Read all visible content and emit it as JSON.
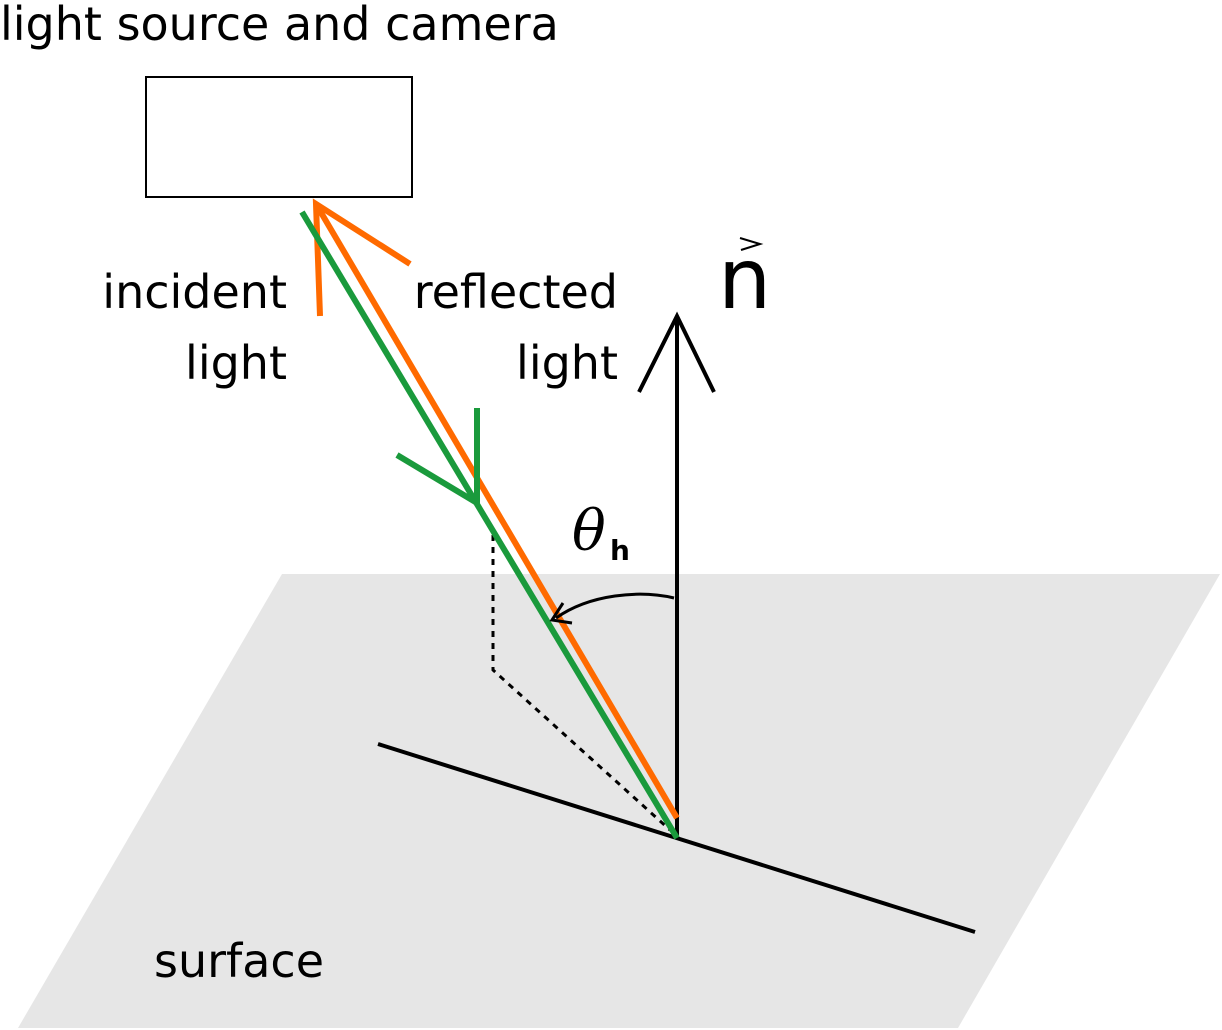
{
  "labels": {
    "device": "light source and camera",
    "incident_line1": "incident",
    "incident_line2": "light",
    "reflected_line1": "reflected",
    "reflected_line2": "light",
    "normal": "n",
    "angle_symbol": "θ",
    "angle_subscript": "h",
    "surface": "surface"
  },
  "colors": {
    "incident": "#1a9a3c",
    "reflected": "#ff6a00",
    "surface_fill": "#e6e6e6",
    "ink": "#000000"
  }
}
